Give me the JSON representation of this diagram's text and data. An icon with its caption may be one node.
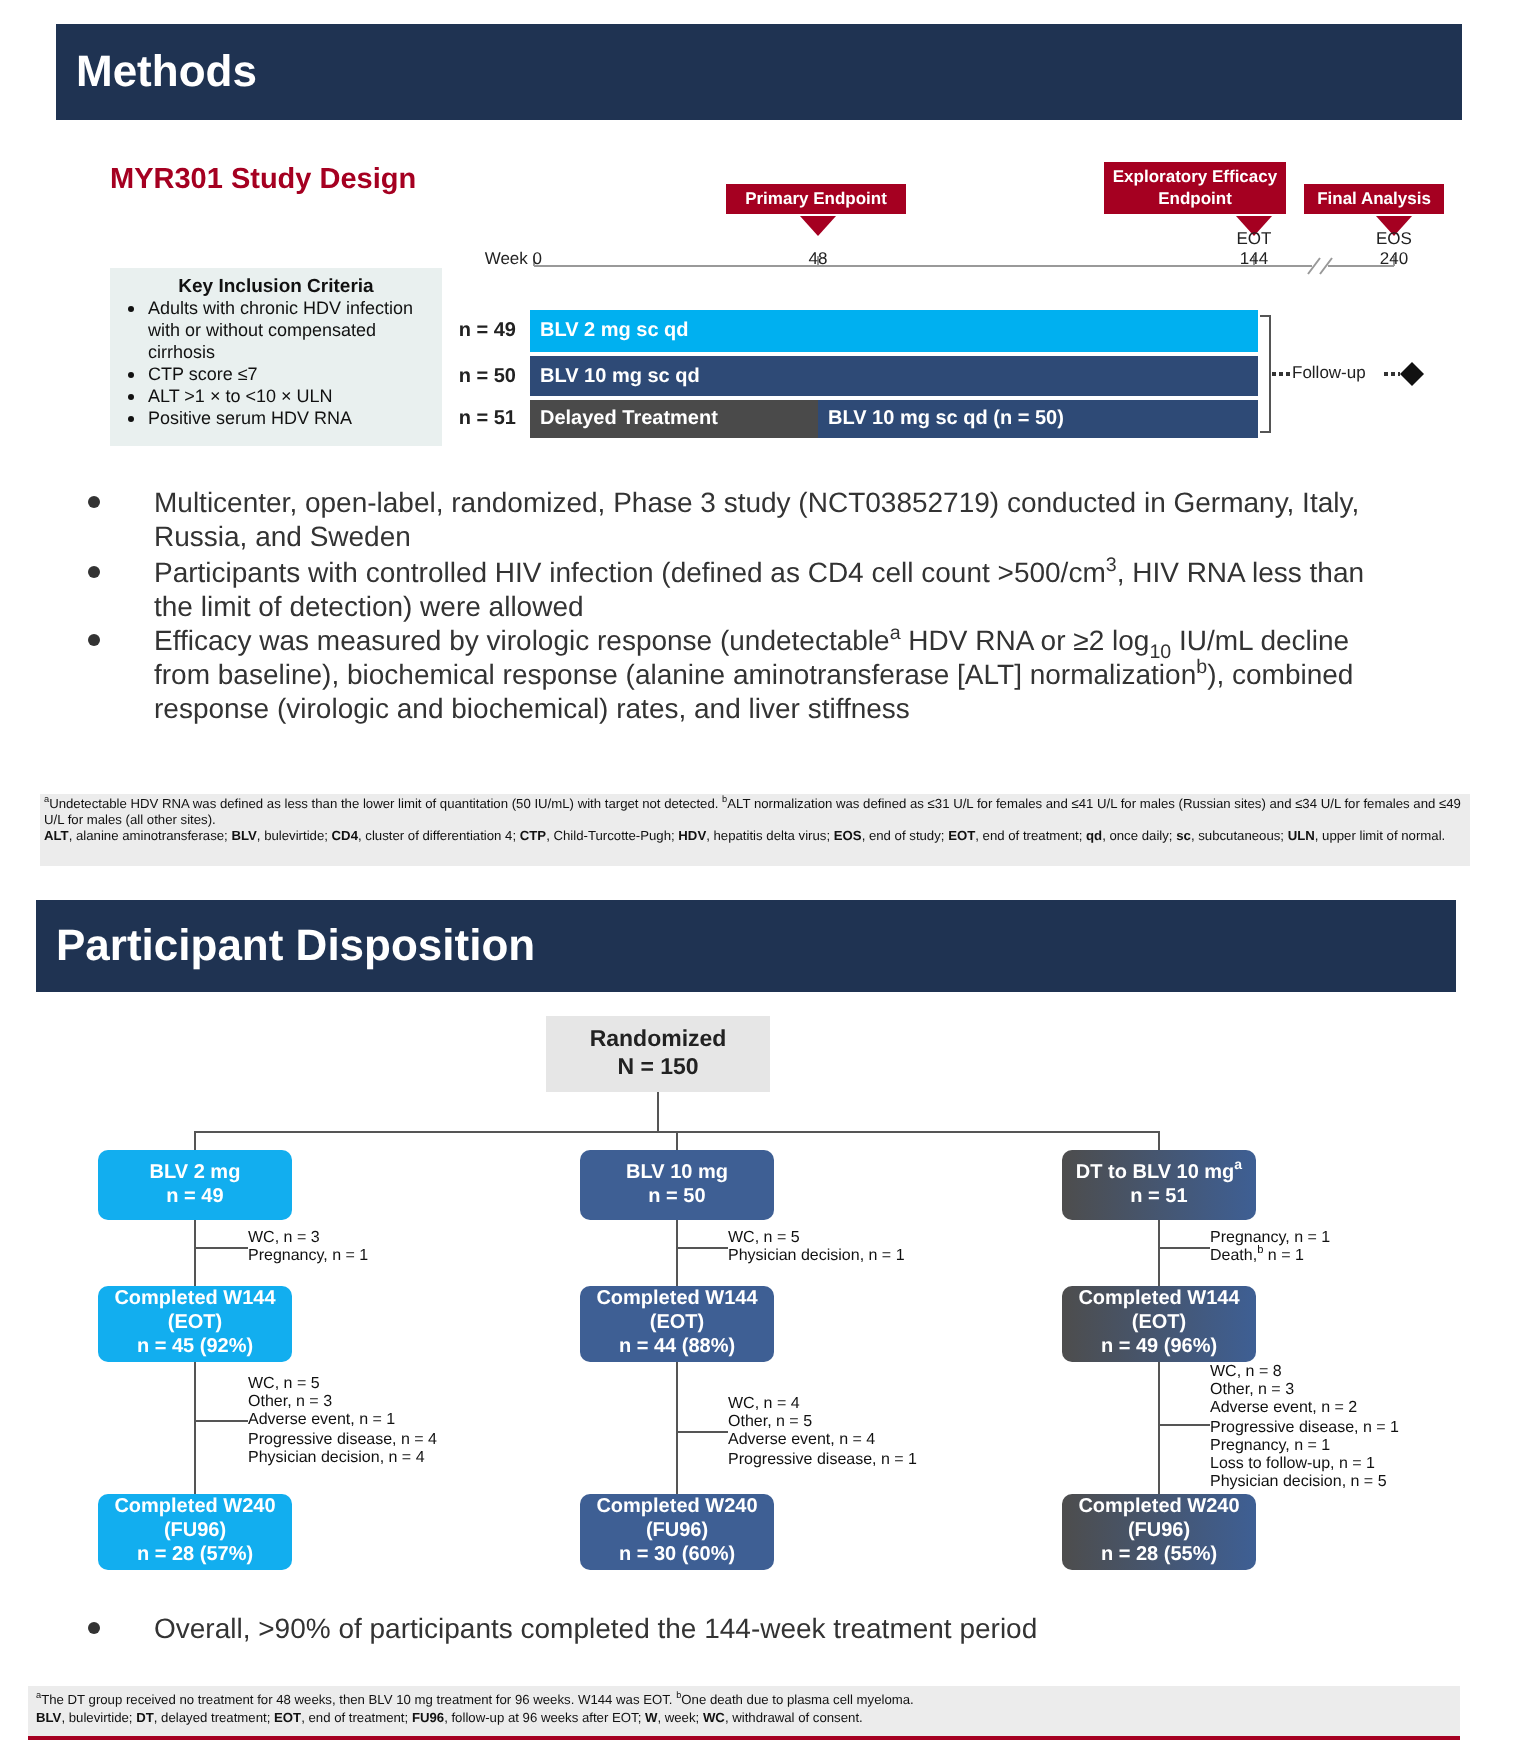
{
  "diagram": {
    "title": "Methods",
    "nodes": [
      {
        "text": [
          "Key Inclusion Criteria",
          "Adults with chronic HDV infection with or without compensated cirrhosis",
          "CTP score ≤7",
          "ALT >1 × to <10 × ULN",
          "Positive serum HDV RNA"
        ]
      },
      {
        "text": [
          "Primary Endpoint"
        ]
      },
      {
        "text": [
          "Exploratory Efficacy Endpoint"
        ]
      },
      {
        "text": [
          "Final Analysis"
        ]
      },
      {
        "text": [
          "BLV 2 mg sc qd"
        ],
        "beside": [
          "n = 49"
        ]
      },
      {
        "text": [
          "BLV 10 mg sc qd"
        ],
        "beside": [
          "n = 50"
        ]
      },
      {
        "text": [
          "Delayed Treatment"
        ],
        "beside": [
          "n = 51"
        ]
      },
      {
        "text": [
          "BLV 10 mg sc qd (n = 50)"
        ]
      },
      {
        "text": [
          "Randomized",
          "N = 150"
        ]
      },
      {
        "text": [
          "BLV 2 mg",
          "n = 49"
        ]
      },
      {
        "text": [
          "BLV 10 mg",
          "n = 50"
        ]
      },
      {
        "text": [
          "DT to BLV 10 mg$^{a}$",
          "n = 51"
        ]
      },
      {
        "text": [
          "Completed W144",
          "(EOT)",
          "n = 45 (92%)"
        ]
      },
      {
        "text": [
          "Completed W144",
          "(EOT)",
          "n = 44 (88%)"
        ]
      },
      {
        "text": [
          "Completed W144",
          "(EOT)",
          "n = 49 (96%)"
        ]
      },
      {
        "text": [
          "Completed W240",
          "(FU96)",
          "n = 28 (57%)"
        ]
      },
      {
        "text": [
          "Completed W240",
          "(FU96)",
          "n = 30 (60%)"
        ]
      },
      {
        "text": [
          "Completed W240",
          "(FU96)",
          "n = 28 (55%)"
        ]
      },
      {
        "text": [
          "WC, n = 3",
          "Pregnancy, n = 1"
        ]
      },
      {
        "text": [
          "WC, n = 5",
          "Physician decision, n = 1"
        ]
      },
      {
        "text": [
          "Pregnancy, n = 1",
          "Death,$^{b}$ n = 1"
        ]
      },
      {
        "text": [
          "WC, n = 5",
          "Other, n = 3",
          "Adverse event, n = 1",
          "Progressive disease, n = 4",
          "Physician decision, n = 4"
        ]
      },
      {
        "text": [
          "WC, n = 4",
          "Other, n = 5",
          "Adverse event, n = 4",
          "Progressive disease, n = 1"
        ]
      },
      {
        "text": [
          "WC, n = 8",
          "Other, n = 3",
          "Adverse event, n = 2",
          "Progressive disease, n = 1",
          "Pregnancy, n = 1",
          "Loss to follow-up, n = 1",
          "Physician decision, n = 5"
        ]
      }
    ],
    "edges": [
      {
        "from": 8,
        "to": 9,
        "arrow": "none"
      },
      {
        "from": 8,
        "to": 10,
        "arrow": "none"
      },
      {
        "from": 8,
        "to": 11,
        "arrow": "none"
      },
      {
        "from": 9,
        "to": 18,
        "arrow": "none"
      },
      {
        "from": 10,
        "to": 19,
        "arrow": "none"
      },
      {
        "from": 11,
        "to": 20,
        "arrow": "none"
      },
      {
        "from": 9,
        "to": 12,
        "arrow": "none"
      },
      {
        "from": 10,
        "to": 13,
        "arrow": "none"
      },
      {
        "from": 11,
        "to": 14,
        "arrow": "none"
      },
      {
        "from": 12,
        "to": 21,
        "arrow": "none"
      },
      {
        "from": 13,
        "to": 22,
        "arrow": "none"
      },
      {
        "from": 14,
        "to": 23,
        "arrow": "none"
      },
      {
        "from": 12,
        "to": 15,
        "arrow": "none"
      },
      {
        "from": 13,
        "to": 16,
        "arrow": "none"
      },
      {
        "from": 14,
        "to": 17,
        "arrow": "none"
      }
    ],
    "labels": [
      "Participant Disposition",
      "MYR301 Study Design",
      "Week 0",
      "48",
      "EOT",
      "144",
      "EOS",
      "240",
      "Follow-up",
      "Multicenter, open-label, randomized, Phase 3 study (NCT03852719) conducted in Germany, Italy, Russia, and Sweden",
      "Participants with controlled HIV infection (defined as CD4 cell count >500/cm$^{3}$, HIV RNA less than the limit of detection) were allowed",
      "Efficacy was measured by virologic response (undetectable$^{a}$ HDV RNA or ≥2 log$_{10}$ IU/mL decline from baseline), biochemical response (alanine aminotransferase [ALT] normalization$^{b}$), combined response (virologic and biochemical) rates, and liver stiffness",
      "$^{a}$Undetectable HDV RNA was defined as less than the lower limit of quantitation (50 IU/mL) with target not detected. $^{b}$ALT normalization was defined as ≤31 U/L for females and ≤41 U/L for males (Russian sites) and ≤34 U/L for females and ≤49 U/L for males (all other sites).",
      "**ALT**, alanine aminotransferase; **BLV**, bulevirtide; **CD4**, cluster of differentiation 4; **CTP**, Child-Turcotte-Pugh; **HDV**, hepatitis delta virus; **EOS**, end of study; **EOT**, end of treatment; **qd**, once daily; **sc**, subcutaneous; **ULN**, upper limit of normal.",
      "Overall, >90% of participants completed the 144-week treatment period",
      "$^{a}$The DT group received no treatment for 48 weeks, then BLV 10 mg treatment for 96 weeks. W144 was EOT. $^{b}$One death due to plasma cell myeloma.",
      "**BLV**, bulevirtide; **DT**, delayed treatment; **EOT**, end of treatment; **FU96**, follow-up at 96 weeks after EOT; **W**, week; **WC**, withdrawal of consent."
    ]
  }
}
